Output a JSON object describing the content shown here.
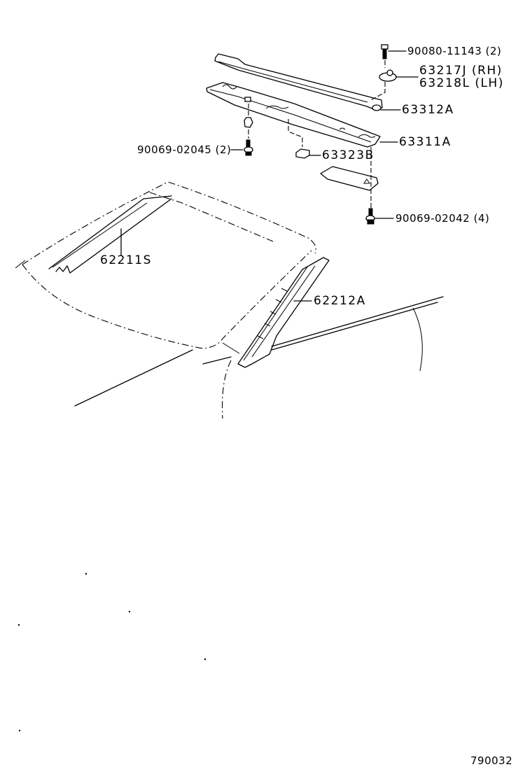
{
  "diagram": {
    "type": "exploded parts diagram",
    "subject": "Windshield glass, roof header reinforcement and moldings",
    "figure_number": "790032",
    "parts": [
      {
        "id": "bolt_top",
        "label": "90080-11143 (2)"
      },
      {
        "id": "bracket_rh",
        "label": "63217J (RH)"
      },
      {
        "id": "bracket_lh",
        "label": "63218L (LH)"
      },
      {
        "id": "upper_panel",
        "label": "63312A"
      },
      {
        "id": "lower_panel",
        "label": "63311A"
      },
      {
        "id": "clip_screw",
        "label": "90069-02045 (2)"
      },
      {
        "id": "pad",
        "label": "63323B"
      },
      {
        "id": "screw_bottom",
        "label": "90069-02042 (4)"
      },
      {
        "id": "windshield_glass",
        "label": "62211S"
      },
      {
        "id": "pillar_molding",
        "label": "62212A"
      }
    ]
  }
}
